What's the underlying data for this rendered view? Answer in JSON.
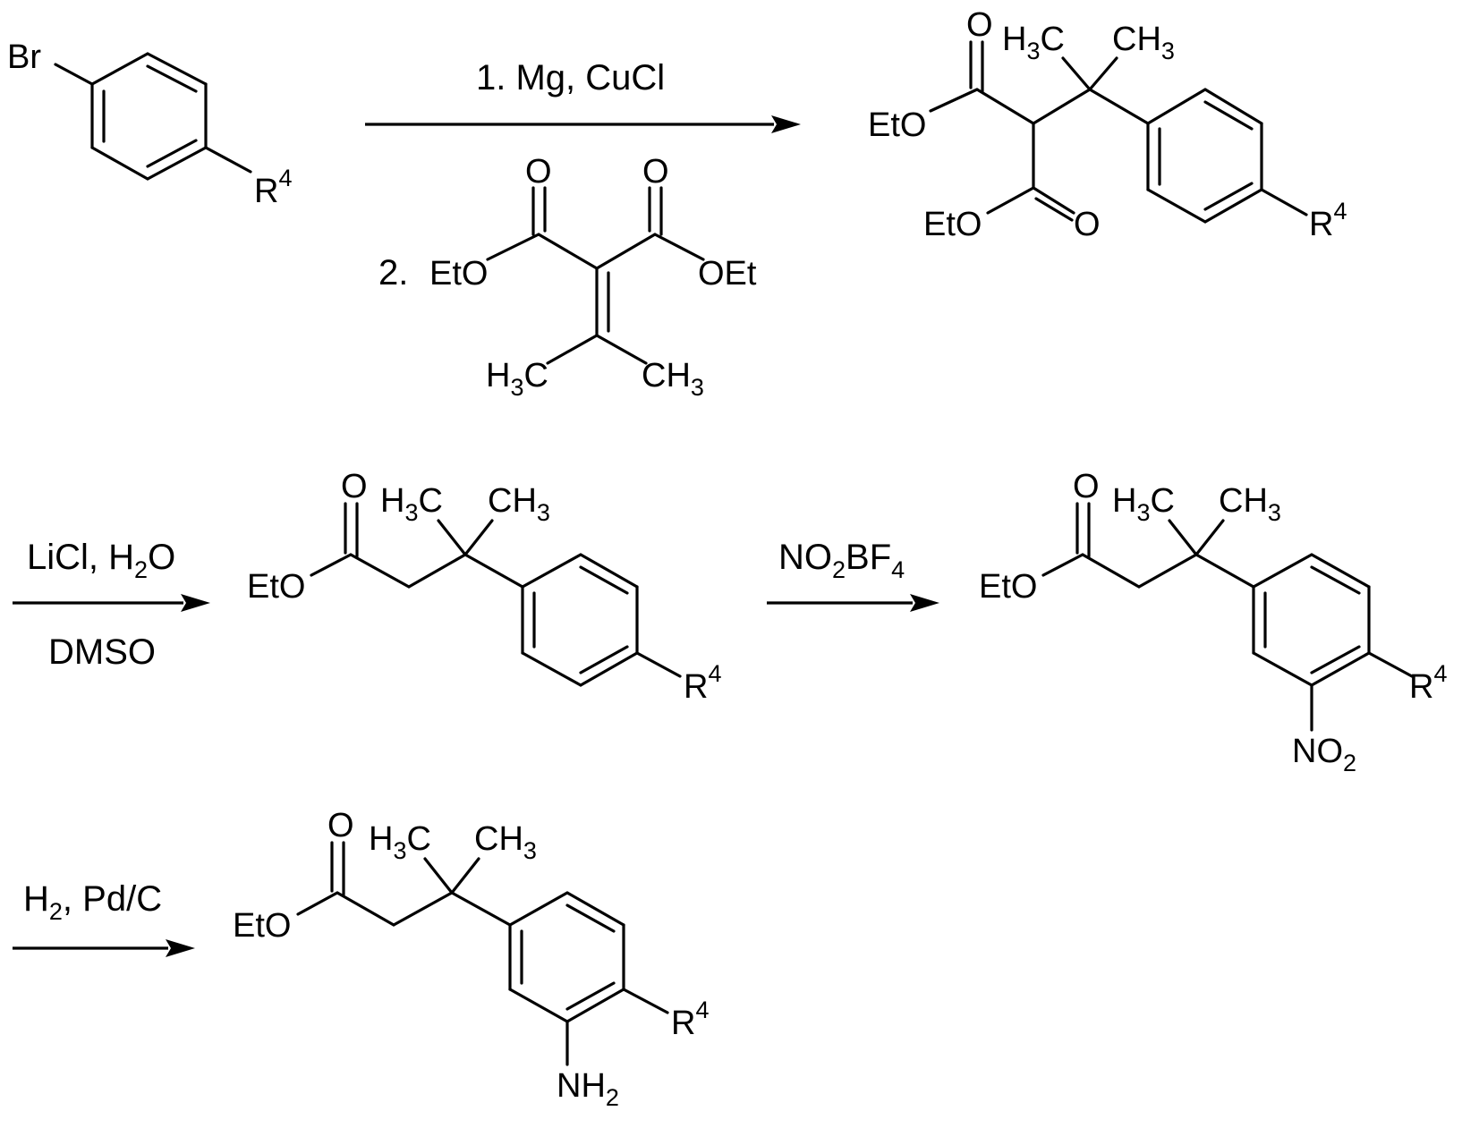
{
  "reaction_scheme": {
    "colors": {
      "ink": "#000000",
      "background": "#ffffff"
    },
    "starting_material": {
      "br": "Br",
      "r": "R",
      "r_sup": "4"
    },
    "step1": {
      "condition_1": "1. Mg, CuCl",
      "condition_2_prefix": "2.",
      "reagent": {
        "o_left": "O",
        "o_right": "O",
        "eto": "EtO",
        "oet": "OEt",
        "h3c_h": "H",
        "h3c_sub": "3",
        "h3c_c": "C",
        "ch3_ch": "CH",
        "ch3_sub": "3"
      }
    },
    "product1": {
      "o_top": "O",
      "eto_top": "EtO",
      "eto_bottom": "EtO",
      "o_bottom": "O",
      "h3c_h": "H",
      "h3c_sub": "3",
      "h3c_c": "C",
      "ch3_ch": "CH",
      "ch3_sub": "3",
      "r": "R",
      "r_sup": "4"
    },
    "step2": {
      "reagent_main": "LiCl, H",
      "reagent_sub": "2",
      "reagent_tail": "O",
      "solvent": "DMSO"
    },
    "product2": {
      "o": "O",
      "eto": "EtO",
      "h3c_h": "H",
      "h3c_sub": "3",
      "h3c_c": "C",
      "ch3_ch": "CH",
      "ch3_sub": "3",
      "r": "R",
      "r_sup": "4"
    },
    "step3": {
      "reagent_no": "NO",
      "reagent_sub1": "2",
      "reagent_bf": "BF",
      "reagent_sub2": "4"
    },
    "product3": {
      "o": "O",
      "eto": "EtO",
      "h3c_h": "H",
      "h3c_sub": "3",
      "h3c_c": "C",
      "ch3_ch": "CH",
      "ch3_sub": "3",
      "r": "R",
      "r_sup": "4",
      "no2_main": "NO",
      "no2_sub": "2"
    },
    "step4": {
      "reagent_h": "H",
      "reagent_sub": "2",
      "reagent_tail": ", Pd/C"
    },
    "product4": {
      "o": "O",
      "eto": "EtO",
      "h3c_h": "H",
      "h3c_sub": "3",
      "h3c_c": "C",
      "ch3_ch": "CH",
      "ch3_sub": "3",
      "r": "R",
      "r_sup": "4",
      "nh2_main": "NH",
      "nh2_sub": "2"
    }
  }
}
